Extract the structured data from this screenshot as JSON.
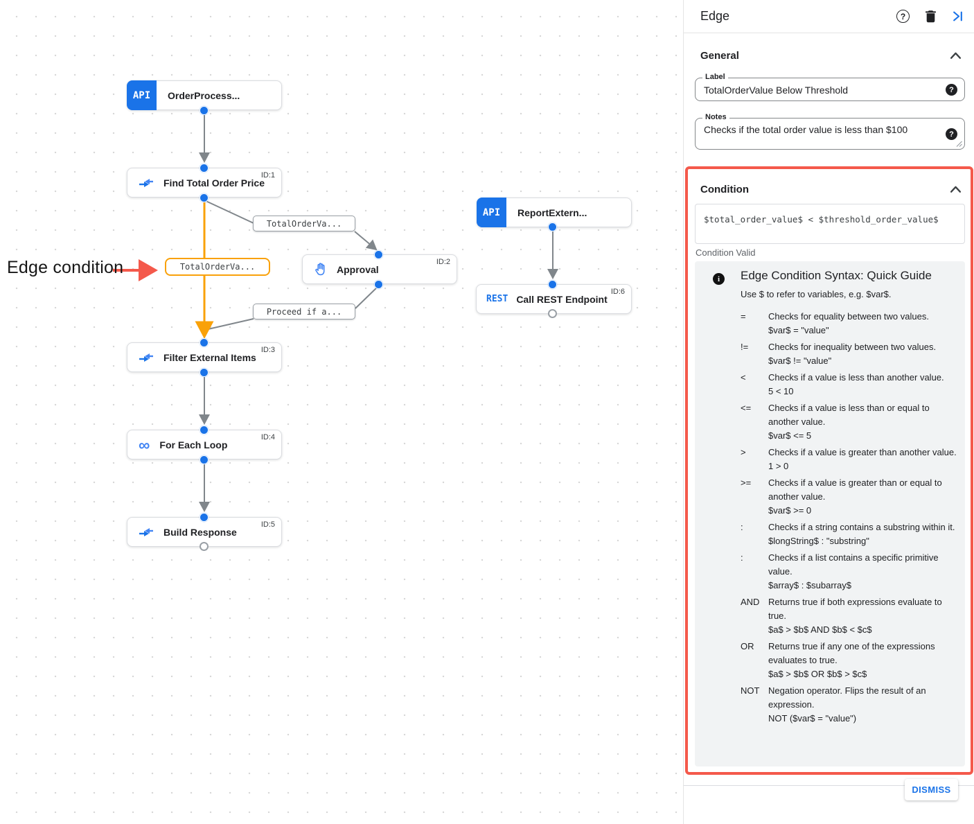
{
  "canvas": {
    "annotation": {
      "text": "Edge condition"
    },
    "nodes": [
      {
        "title": "OrderProcess...",
        "badge": "",
        "icon_label": "API"
      },
      {
        "title": "Find Total Order Price",
        "badge": "ID:1"
      },
      {
        "title": "Approval",
        "badge": "ID:2"
      },
      {
        "title": "ReportExtern...",
        "badge": "",
        "icon_label": "API"
      },
      {
        "title": "Call REST Endpoint",
        "badge": "ID:6",
        "icon_label": "REST"
      },
      {
        "title": "Filter External Items",
        "badge": "ID:3"
      },
      {
        "title": "For Each Loop",
        "badge": "ID:4",
        "icon_label": "∞"
      },
      {
        "title": "Build Response",
        "badge": "ID:5"
      }
    ],
    "edge_labels": [
      {
        "text": "TotalOrderVa..."
      },
      {
        "text": "TotalOrderVa..."
      },
      {
        "text": "Proceed if a..."
      }
    ]
  },
  "panel": {
    "title": "Edge",
    "help_glyph": "?",
    "general": {
      "heading": "General",
      "label_field": {
        "label": "Label",
        "value": "TotalOrderValue Below Threshold"
      },
      "notes_field": {
        "label": "Notes",
        "value": "Checks if the total order value is less than $100"
      }
    },
    "condition": {
      "heading": "Condition",
      "expression": "$total_order_value$ < $threshold_order_value$",
      "status": "Condition Valid"
    },
    "guide": {
      "info_glyph": "i",
      "title": "Edge Condition Syntax: Quick Guide",
      "intro": "Use $ to refer to variables, e.g. $var$.",
      "rows": [
        {
          "op": "=",
          "desc": "Checks for equality between two values.",
          "example": "$var$ = \"value\""
        },
        {
          "op": "!=",
          "desc": "Checks for inequality between two values.",
          "example": "$var$ != \"value\""
        },
        {
          "op": "<",
          "desc": "Checks if a value is less than another value.",
          "example": "5 < 10"
        },
        {
          "op": "<=",
          "desc": "Checks if a value is less than or equal to another value.",
          "example": "$var$ <= 5"
        },
        {
          "op": ">",
          "desc": "Checks if a value is greater than another value.",
          "example": "1 > 0"
        },
        {
          "op": ">=",
          "desc": "Checks if a value is greater than or equal to another value.",
          "example": "$var$ >= 0"
        },
        {
          "op": ":",
          "desc": "Checks if a string contains a substring within it.",
          "example": "$longString$ : \"substring\""
        },
        {
          "op": ":",
          "desc": "Checks if a list contains a specific primitive value.",
          "example": "$array$ : $subarray$"
        },
        {
          "op": "AND",
          "desc": "Returns true if both expressions evaluate to true.",
          "example": "$a$ > $b$ AND $b$ < $c$"
        },
        {
          "op": "OR",
          "desc": "Returns true if any one of the expressions evaluates to true.",
          "example": "$a$ > $b$ OR $b$ > $c$"
        },
        {
          "op": "NOT",
          "desc": "Negation operator. Flips the result of an expression.",
          "example": "NOT ($var$ = \"value\")"
        }
      ]
    },
    "dismiss_label": "DISMISS"
  },
  "colors": {
    "accent_blue": "#1a73e8",
    "icon_blue": "#4285f4",
    "edge_gray": "#80868b",
    "selected_edge_orange": "#f9a109",
    "highlight_red": "#f4594b"
  }
}
